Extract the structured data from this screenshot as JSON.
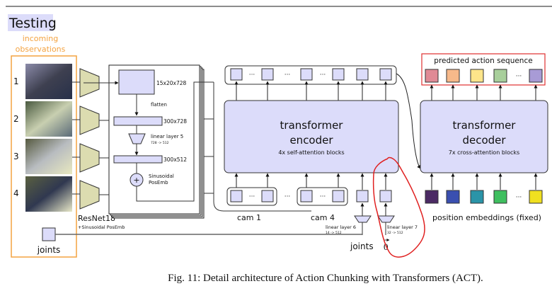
{
  "title": "Testing",
  "observations": {
    "label_line1": "incoming",
    "label_line2": "observations",
    "cameras": [
      "1",
      "2",
      "3",
      "4"
    ],
    "joints_label": "joints"
  },
  "backbone": {
    "name": "ResNet18",
    "sub": "+Sinusoidal PosEmb",
    "feature_shape": "15x20x728",
    "flatten": "flatten",
    "flat_shape": "300x728",
    "linear5_label": "linear layer 5",
    "linear5_dims": "728 -> 512",
    "proj_shape": "300x512",
    "posemb_line1": "Sinusoidal",
    "posemb_line2": "PosEmb",
    "plus": "+"
  },
  "encoder": {
    "title_line1": "transformer",
    "title_line2": "encoder",
    "sub": "4x self-attention blocks",
    "cam1": "cam 1",
    "cam4": "cam 4",
    "ellipsis": "···",
    "linear6_label": "linear layer 6",
    "linear6_dims": "14 -> 512",
    "linear7_label": "linear layer 7",
    "linear7_dims": "32 -> 512",
    "joints_label": "joints",
    "zero_vector": "0"
  },
  "decoder": {
    "title_line1": "transformer",
    "title_line2": "decoder",
    "sub": "7x cross-attention blocks",
    "output_label": "predicted action sequence",
    "posemb_label": "position embeddings (fixed)",
    "action_colors": [
      "#e08a95",
      "#f7b98a",
      "#fde58a",
      "#a8cf9b",
      "#a89bd6"
    ],
    "posemb_colors": [
      "#4b2a64",
      "#3a4fb0",
      "#2a94a8",
      "#3fbf5f",
      "#f0e020"
    ]
  },
  "caption": "Fig. 11: Detail architecture of Action Chunking with Transformers (ACT).",
  "colors": {
    "title_bg": "#dcdcfa",
    "block_fill": "#dcdcfa",
    "orange": "#f4a340",
    "red": "#e03030",
    "trapezoid": "#dcdcb0"
  }
}
